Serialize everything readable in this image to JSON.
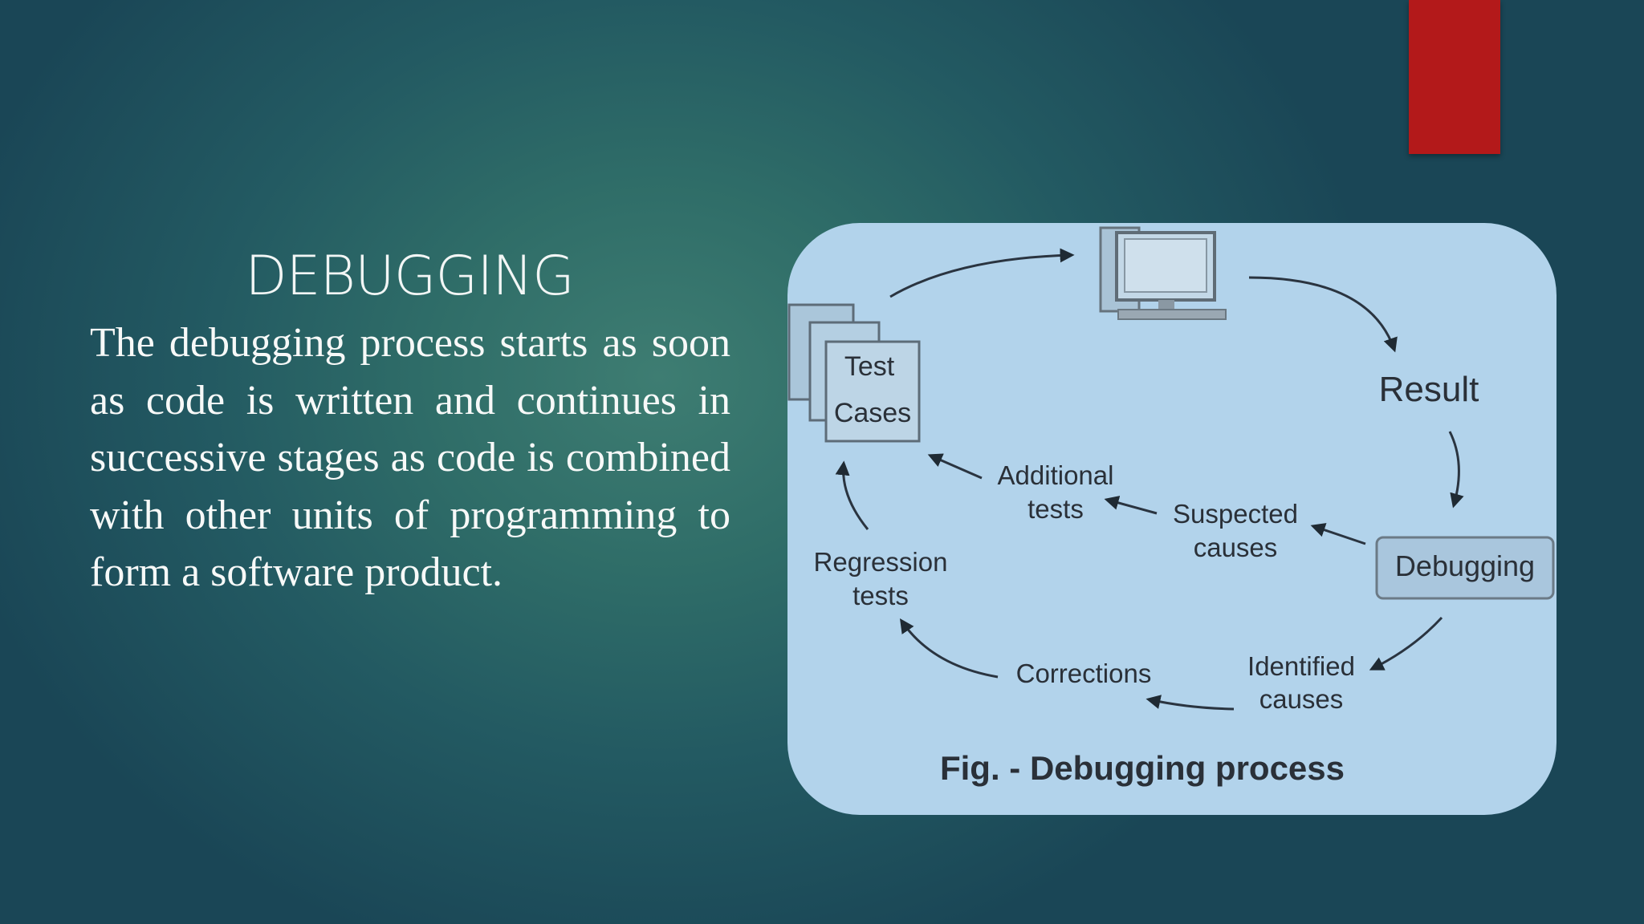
{
  "slide": {
    "title": "DEBUGGING",
    "body": "The debugging process starts as soon as code is written and continues in successive stages as code is combined with other units of programming to form a software product.",
    "accent_color": "#b3191a"
  },
  "figure": {
    "caption": "Fig. - Debugging process",
    "nodes": {
      "test_cases_line1": "Test",
      "test_cases_line2": "Cases",
      "result": "Result",
      "debugging": "Debugging",
      "suspected_causes_line1": "Suspected",
      "suspected_causes_line2": "causes",
      "additional_tests_line1": "Additional",
      "additional_tests_line2": "tests",
      "regression_tests_line1": "Regression",
      "regression_tests_line2": "tests",
      "identified_causes_line1": "Identified",
      "identified_causes_line2": "causes",
      "corrections": "Corrections"
    },
    "icons": {
      "computer": "desktop-computer-icon",
      "documents": "stacked-documents-icon"
    },
    "background_color": "#b2d3eb"
  }
}
